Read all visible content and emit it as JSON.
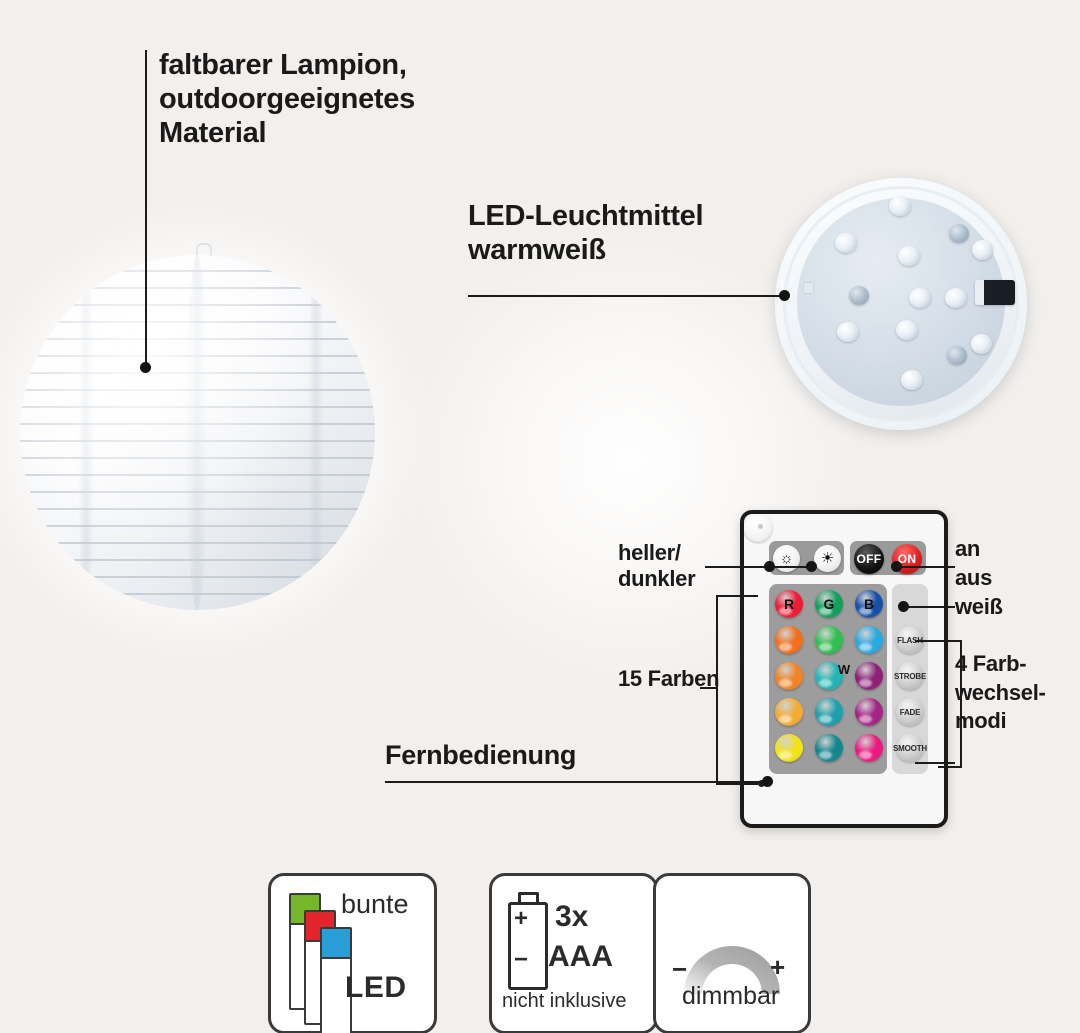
{
  "background_color": "#f2efec",
  "callouts": {
    "lantern": "faltbarer Lampion,\noutdoorgeeignetes\nMaterial",
    "led_lamp": "LED-Leuchtmittel\nwarmweiß",
    "brightness": "heller/\ndunkler",
    "colors": "15 Farben",
    "remote": "Fernbedienung",
    "on": "an",
    "off": "aus",
    "white": "weiß",
    "modes": "4 Farb-\nwechsel-\nmodi"
  },
  "remote": {
    "brightness_buttons": [
      {
        "name": "dimmer",
        "glyph": "☼"
      },
      {
        "name": "brighter",
        "glyph": "☀"
      }
    ],
    "power_buttons": [
      {
        "label": "OFF",
        "color": "#141414"
      },
      {
        "label": "ON",
        "color": "#e01f1f"
      }
    ],
    "white_button": "W",
    "mode_buttons": [
      "FLASH",
      "STROBE",
      "FADE",
      "SMOOTH"
    ],
    "color_grid": [
      [
        {
          "label": "R",
          "color": "#ec1c35"
        },
        {
          "label": "G",
          "color": "#11a05c"
        },
        {
          "label": "B",
          "color": "#1550a8"
        }
      ],
      [
        {
          "label": "",
          "color": "#f2701b"
        },
        {
          "label": "",
          "color": "#2fc04f"
        },
        {
          "label": "",
          "color": "#2aa8e0"
        }
      ],
      [
        {
          "label": "",
          "color": "#f08426"
        },
        {
          "label": "",
          "color": "#21b5b5"
        },
        {
          "label": "",
          "color": "#8e2077"
        }
      ],
      [
        {
          "label": "",
          "color": "#f3ab33"
        },
        {
          "label": "",
          "color": "#1d9fae"
        },
        {
          "label": "",
          "color": "#a52484"
        }
      ],
      [
        {
          "label": "",
          "color": "#f2e318"
        },
        {
          "label": "",
          "color": "#14868f"
        },
        {
          "label": "",
          "color": "#ea1a7f"
        }
      ]
    ]
  },
  "features": {
    "led": {
      "line1": "bunte",
      "line2": "LED",
      "chip_colors": [
        "#76b72a",
        "#e3242b",
        "#2a9ed6"
      ]
    },
    "battery": {
      "count": "3x",
      "type": "AAA",
      "note": "nicht inklusive",
      "plus": "+",
      "minus": "−"
    },
    "dimmer": {
      "label": "dimmbar",
      "minus": "−",
      "plus": "+",
      "arc_color": "#9a9a9a"
    }
  }
}
